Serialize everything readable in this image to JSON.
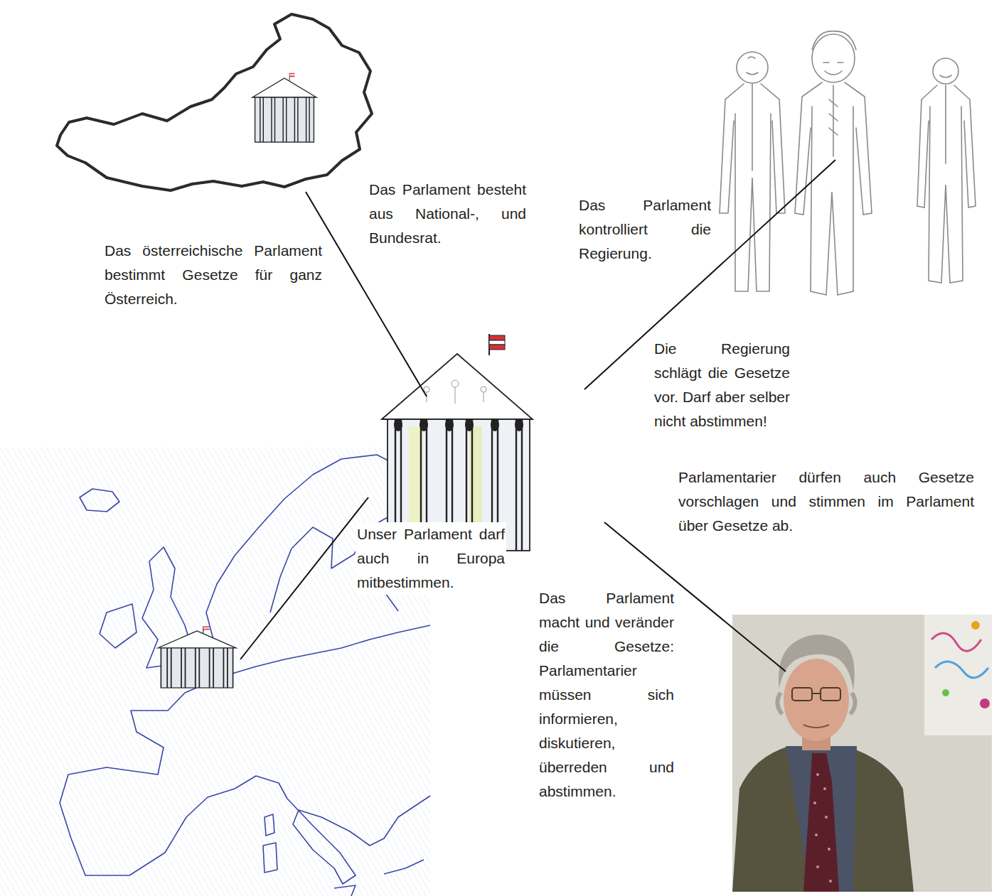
{
  "diagram": {
    "labels": [
      "Das Parlament besteht aus National-, und Bundesrat.",
      "Das Parlament kontrolliert die Regierung.",
      "Das österreichische Parlament bestimmt Gesetze für ganz Österreich.",
      "Die Regierung schlägt die Gesetze vor. Darf aber selber nicht abstimmen!",
      "Parlamentarier dürfen auch Gesetze vorschlagen und stimmen im Parlament über Gesetze ab.",
      "Unser Parlament darf auch in Europa mitbestimmen.",
      "Das Parlament macht und veränder die Gesetze: Parlamentarier müssen sich informieren, diskutieren, überreden und abstimmen."
    ]
  }
}
